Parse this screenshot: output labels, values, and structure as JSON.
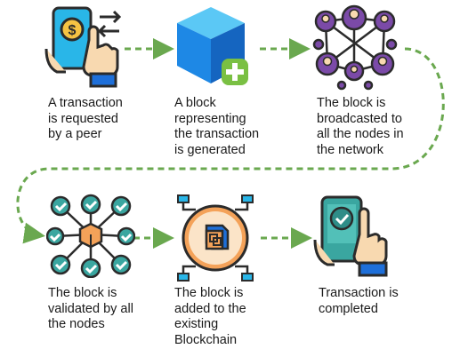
{
  "steps": [
    {
      "id": 1,
      "icon": "hand-phone-dollar-icon",
      "caption": "A transaction\nis requested\nby a peer"
    },
    {
      "id": 2,
      "icon": "block-cube-plus-icon",
      "caption": "A block\nrepresenting\nthe transaction\nis generated"
    },
    {
      "id": 3,
      "icon": "network-users-icon",
      "caption": "The block is\nbroadcasted to\nall the nodes in\nthe network"
    },
    {
      "id": 4,
      "icon": "validation-hub-icon",
      "caption": "The block is\nvalidated by all\nthe nodes"
    },
    {
      "id": 5,
      "icon": "blockchain-chip-icon",
      "caption": "The block is\nadded to the\nexisting\nBlockchain"
    },
    {
      "id": 6,
      "icon": "hand-phone-check-icon",
      "caption": "Transaction is\ncompleted"
    }
  ],
  "colors": {
    "arrow": "#6aa84f",
    "cyan": "#29b6e8",
    "blue": "#1e6fd9",
    "purple": "#5b2d8e",
    "teal": "#3aa6a0",
    "orange": "#f4a259",
    "skin": "#f8d9b0",
    "dark": "#2b2b2b",
    "green_plus": "#7ac043"
  }
}
